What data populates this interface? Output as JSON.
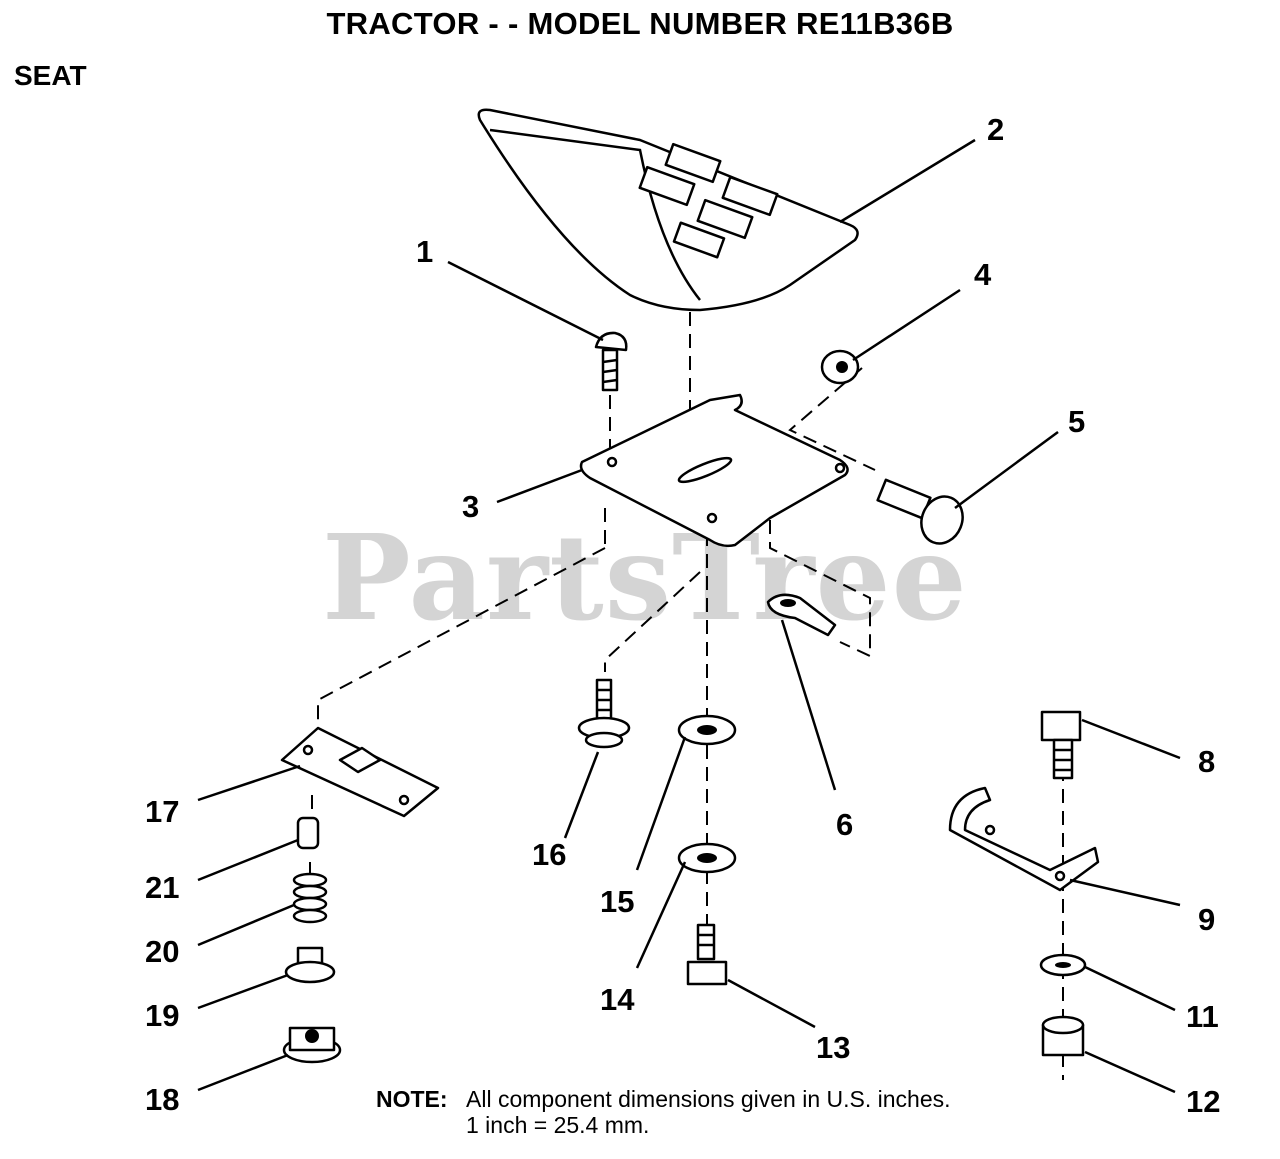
{
  "header": {
    "title": "TRACTOR - - MODEL NUMBER RE11B36B",
    "section": "SEAT"
  },
  "watermark": "PartsTree",
  "note": {
    "label": "NOTE:",
    "line1": "All component dimensions given in U.S. inches.",
    "line2": "1 inch = 25.4 mm."
  },
  "callouts": [
    "1",
    "2",
    "3",
    "4",
    "5",
    "6",
    "8",
    "9",
    "11",
    "12",
    "13",
    "14",
    "15",
    "16",
    "17",
    "18",
    "19",
    "20",
    "21"
  ]
}
